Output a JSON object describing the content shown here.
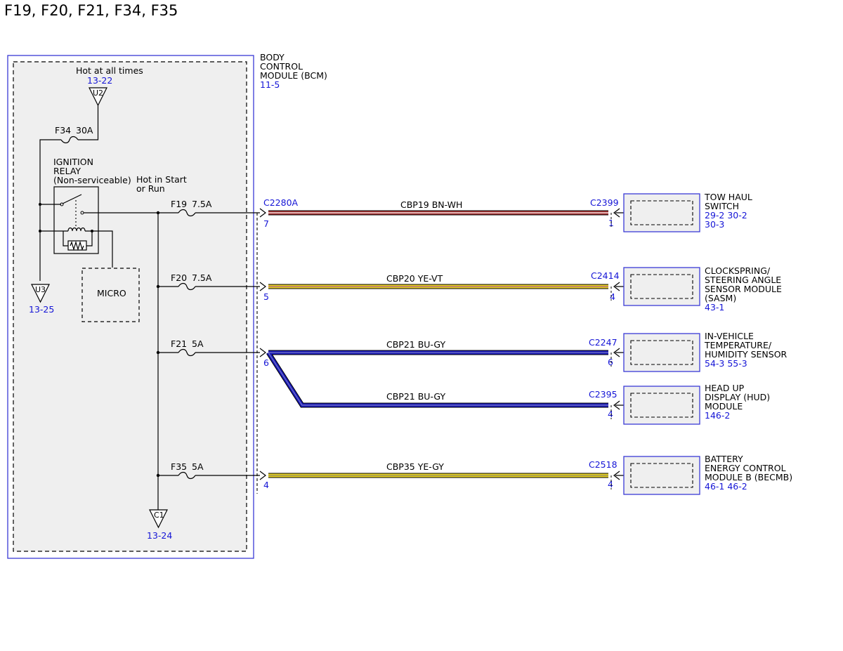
{
  "title": "F19, F20, F21, F34, F35",
  "colors": {
    "blue_outline": "#3a3ad6",
    "ref_text": "#1515d6",
    "panel_fill": "#efefef",
    "wire_bn_wh": "#a83232",
    "wire_ye": "#e8d21e",
    "wire_bu": "#1a1ab8"
  },
  "bcm": {
    "name_lines": [
      "BODY",
      "CONTROL",
      "MODULE (BCM)"
    ],
    "ref": "11-5",
    "hot_label": "Hot at all times",
    "hot_ref": "13-22",
    "u2": "U2",
    "u3": "U3",
    "u3_ref": "13-25",
    "c1": "C1",
    "c1_ref": "13-24",
    "f34_label": "F34",
    "f34_amp": "30A",
    "relay_lines": [
      "IGNITION",
      "RELAY",
      "(Non-serviceable)"
    ],
    "hot_start_lines": [
      "Hot in Start",
      "or Run"
    ],
    "micro": "MICRO"
  },
  "fuses": [
    {
      "name": "F19",
      "amp": "7.5A"
    },
    {
      "name": "F20",
      "amp": "7.5A"
    },
    {
      "name": "F21",
      "amp": "5A"
    },
    {
      "name": "F35",
      "amp": "5A"
    }
  ],
  "bcm_connector": "C2280A",
  "bcm_pins": [
    "7",
    "5",
    "6",
    "4"
  ],
  "circuits": [
    {
      "label": "CBP19  BN-WH",
      "connector": "C2399",
      "pin": "1"
    },
    {
      "label": "CBP20  YE-VT",
      "connector": "C2414",
      "pin": "4"
    },
    {
      "label": "CBP21  BU-GY",
      "connector": "C2247",
      "pin": "6"
    },
    {
      "label": "CBP21  BU-GY",
      "connector": "C2395",
      "pin": "4"
    },
    {
      "label": "CBP35  YE-GY",
      "connector": "C2518",
      "pin": "4"
    }
  ],
  "components": [
    {
      "lines": [
        "TOW HAUL",
        "SWITCH"
      ],
      "refs": [
        "29-2  30-2",
        "30-3"
      ]
    },
    {
      "lines": [
        "CLOCKSPRING/",
        "STEERING ANGLE",
        "SENSOR MODULE",
        "(SASM)"
      ],
      "refs": [
        "43-1"
      ]
    },
    {
      "lines": [
        "IN-VEHICLE",
        "TEMPERATURE/",
        "HUMIDITY SENSOR"
      ],
      "refs": [
        "54-3  55-3"
      ]
    },
    {
      "lines": [
        "HEAD UP",
        "DISPLAY (HUD)",
        "MODULE"
      ],
      "refs": [
        "146-2"
      ]
    },
    {
      "lines": [
        "BATTERY",
        "ENERGY CONTROL",
        "MODULE B (BECMB)"
      ],
      "refs": [
        "46-1  46-2"
      ]
    }
  ]
}
